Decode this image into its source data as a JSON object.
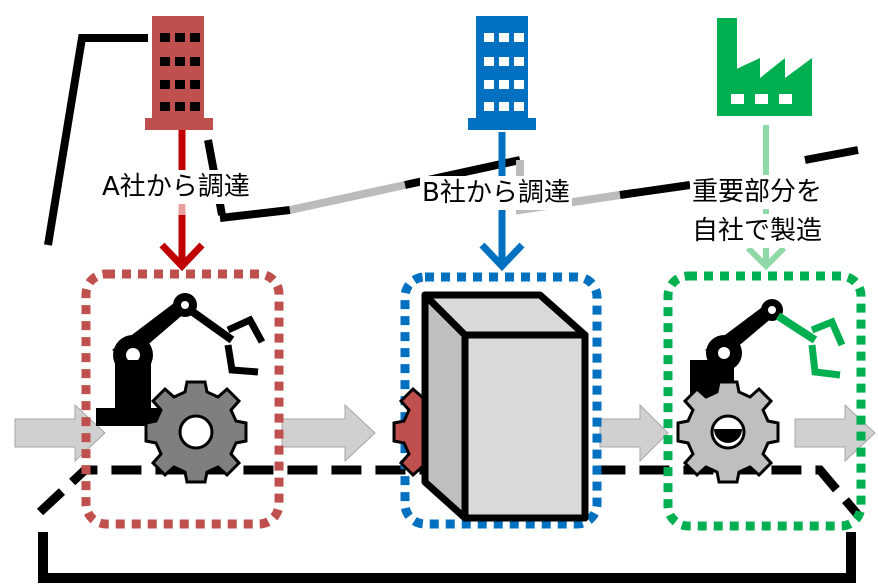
{
  "suppliers": [
    {
      "label": "A社から調達",
      "color": "#C0504D",
      "icon": "office-building-icon"
    },
    {
      "label": "B社から調達",
      "color": "#0070C0",
      "icon": "office-building-icon"
    },
    {
      "label_line1": "重要部分を",
      "label_line2": "自社で製造",
      "color": "#00B050",
      "icon": "factory-icon"
    }
  ],
  "colors": {
    "gray_box": "#D9D9D9",
    "arrow_gray": "#D0D0D0",
    "gear_dark": "#7F7F7F",
    "gear_light": "#BFBFBF"
  }
}
